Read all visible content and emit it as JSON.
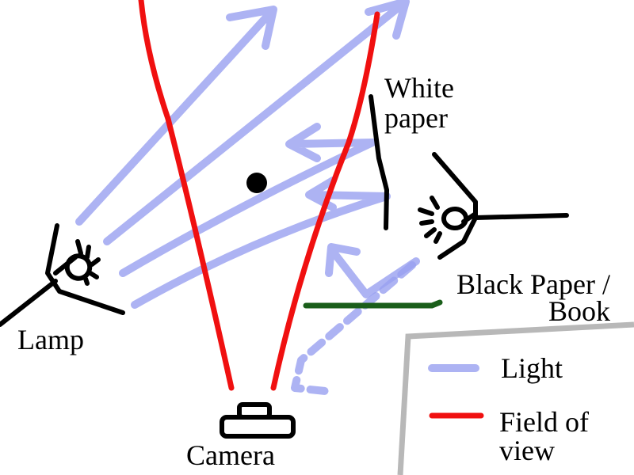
{
  "labels": {
    "white_paper": "White paper",
    "lamp": "Lamp",
    "black_paper": "Black Paper / Book",
    "camera": "Camera"
  },
  "legend": {
    "light": "Light",
    "field_of_view": "Field of view"
  },
  "colors": {
    "light": "#98a0f0",
    "field_of_view": "#f01010",
    "black_paper_line": "#1a5e1a",
    "box": "#b8b8b8"
  }
}
